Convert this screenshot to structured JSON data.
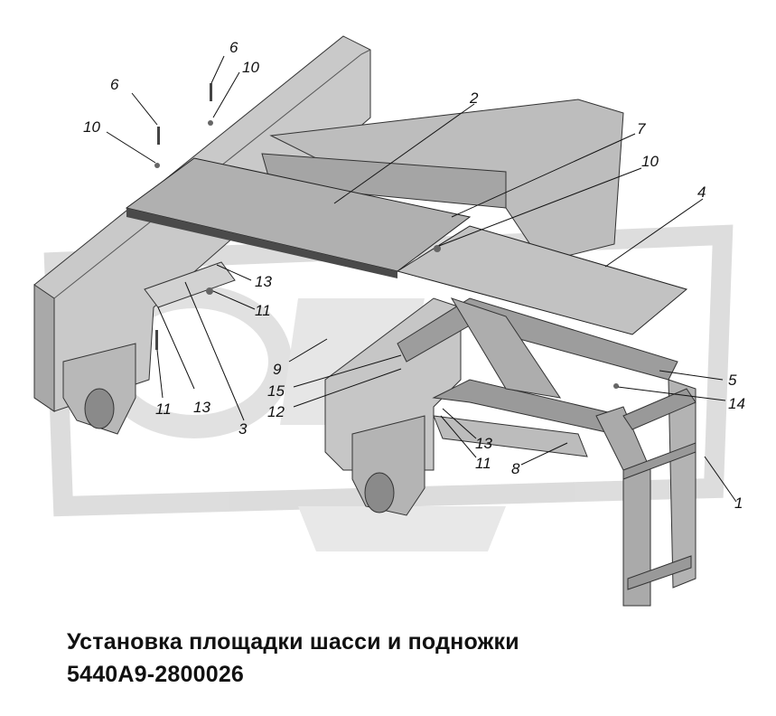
{
  "title": {
    "line1": "Установка площадки шасси и подножки",
    "line2": "5440А9-2800026"
  },
  "callouts": [
    "6",
    "10",
    "6",
    "10",
    "2",
    "7",
    "10",
    "4",
    "13",
    "11",
    "9",
    "15",
    "12",
    "13",
    "11",
    "3",
    "5",
    "14",
    "13",
    "11",
    "8",
    "1"
  ],
  "colors": {
    "ink": "#111111",
    "metal_light": "#cfcfcf",
    "metal_mid": "#b5b5b5",
    "metal_dark": "#8a8a8a",
    "watermark": "#d6d6d6"
  }
}
